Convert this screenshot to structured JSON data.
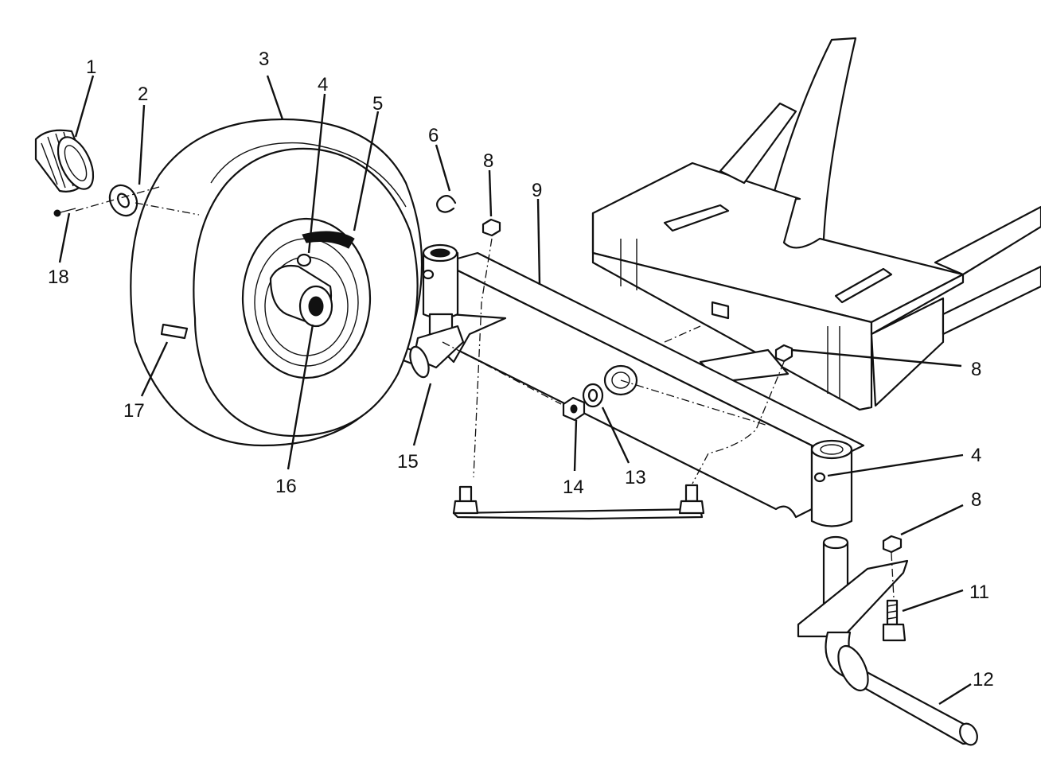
{
  "callouts": [
    {
      "id": "c1",
      "text": "1"
    },
    {
      "id": "c2",
      "text": "2"
    },
    {
      "id": "c3",
      "text": "3"
    },
    {
      "id": "c4a",
      "text": "4"
    },
    {
      "id": "c5",
      "text": "5"
    },
    {
      "id": "c6",
      "text": "6"
    },
    {
      "id": "c8a",
      "text": "8"
    },
    {
      "id": "c9",
      "text": "9"
    },
    {
      "id": "c18",
      "text": "18"
    },
    {
      "id": "c17",
      "text": "17"
    },
    {
      "id": "c16",
      "text": "16"
    },
    {
      "id": "c15",
      "text": "15"
    },
    {
      "id": "c14",
      "text": "14"
    },
    {
      "id": "c13",
      "text": "13"
    },
    {
      "id": "c8b",
      "text": "8"
    },
    {
      "id": "c4b",
      "text": "4"
    },
    {
      "id": "c8c",
      "text": "8"
    },
    {
      "id": "c11",
      "text": "11"
    },
    {
      "id": "c12",
      "text": "12"
    }
  ]
}
